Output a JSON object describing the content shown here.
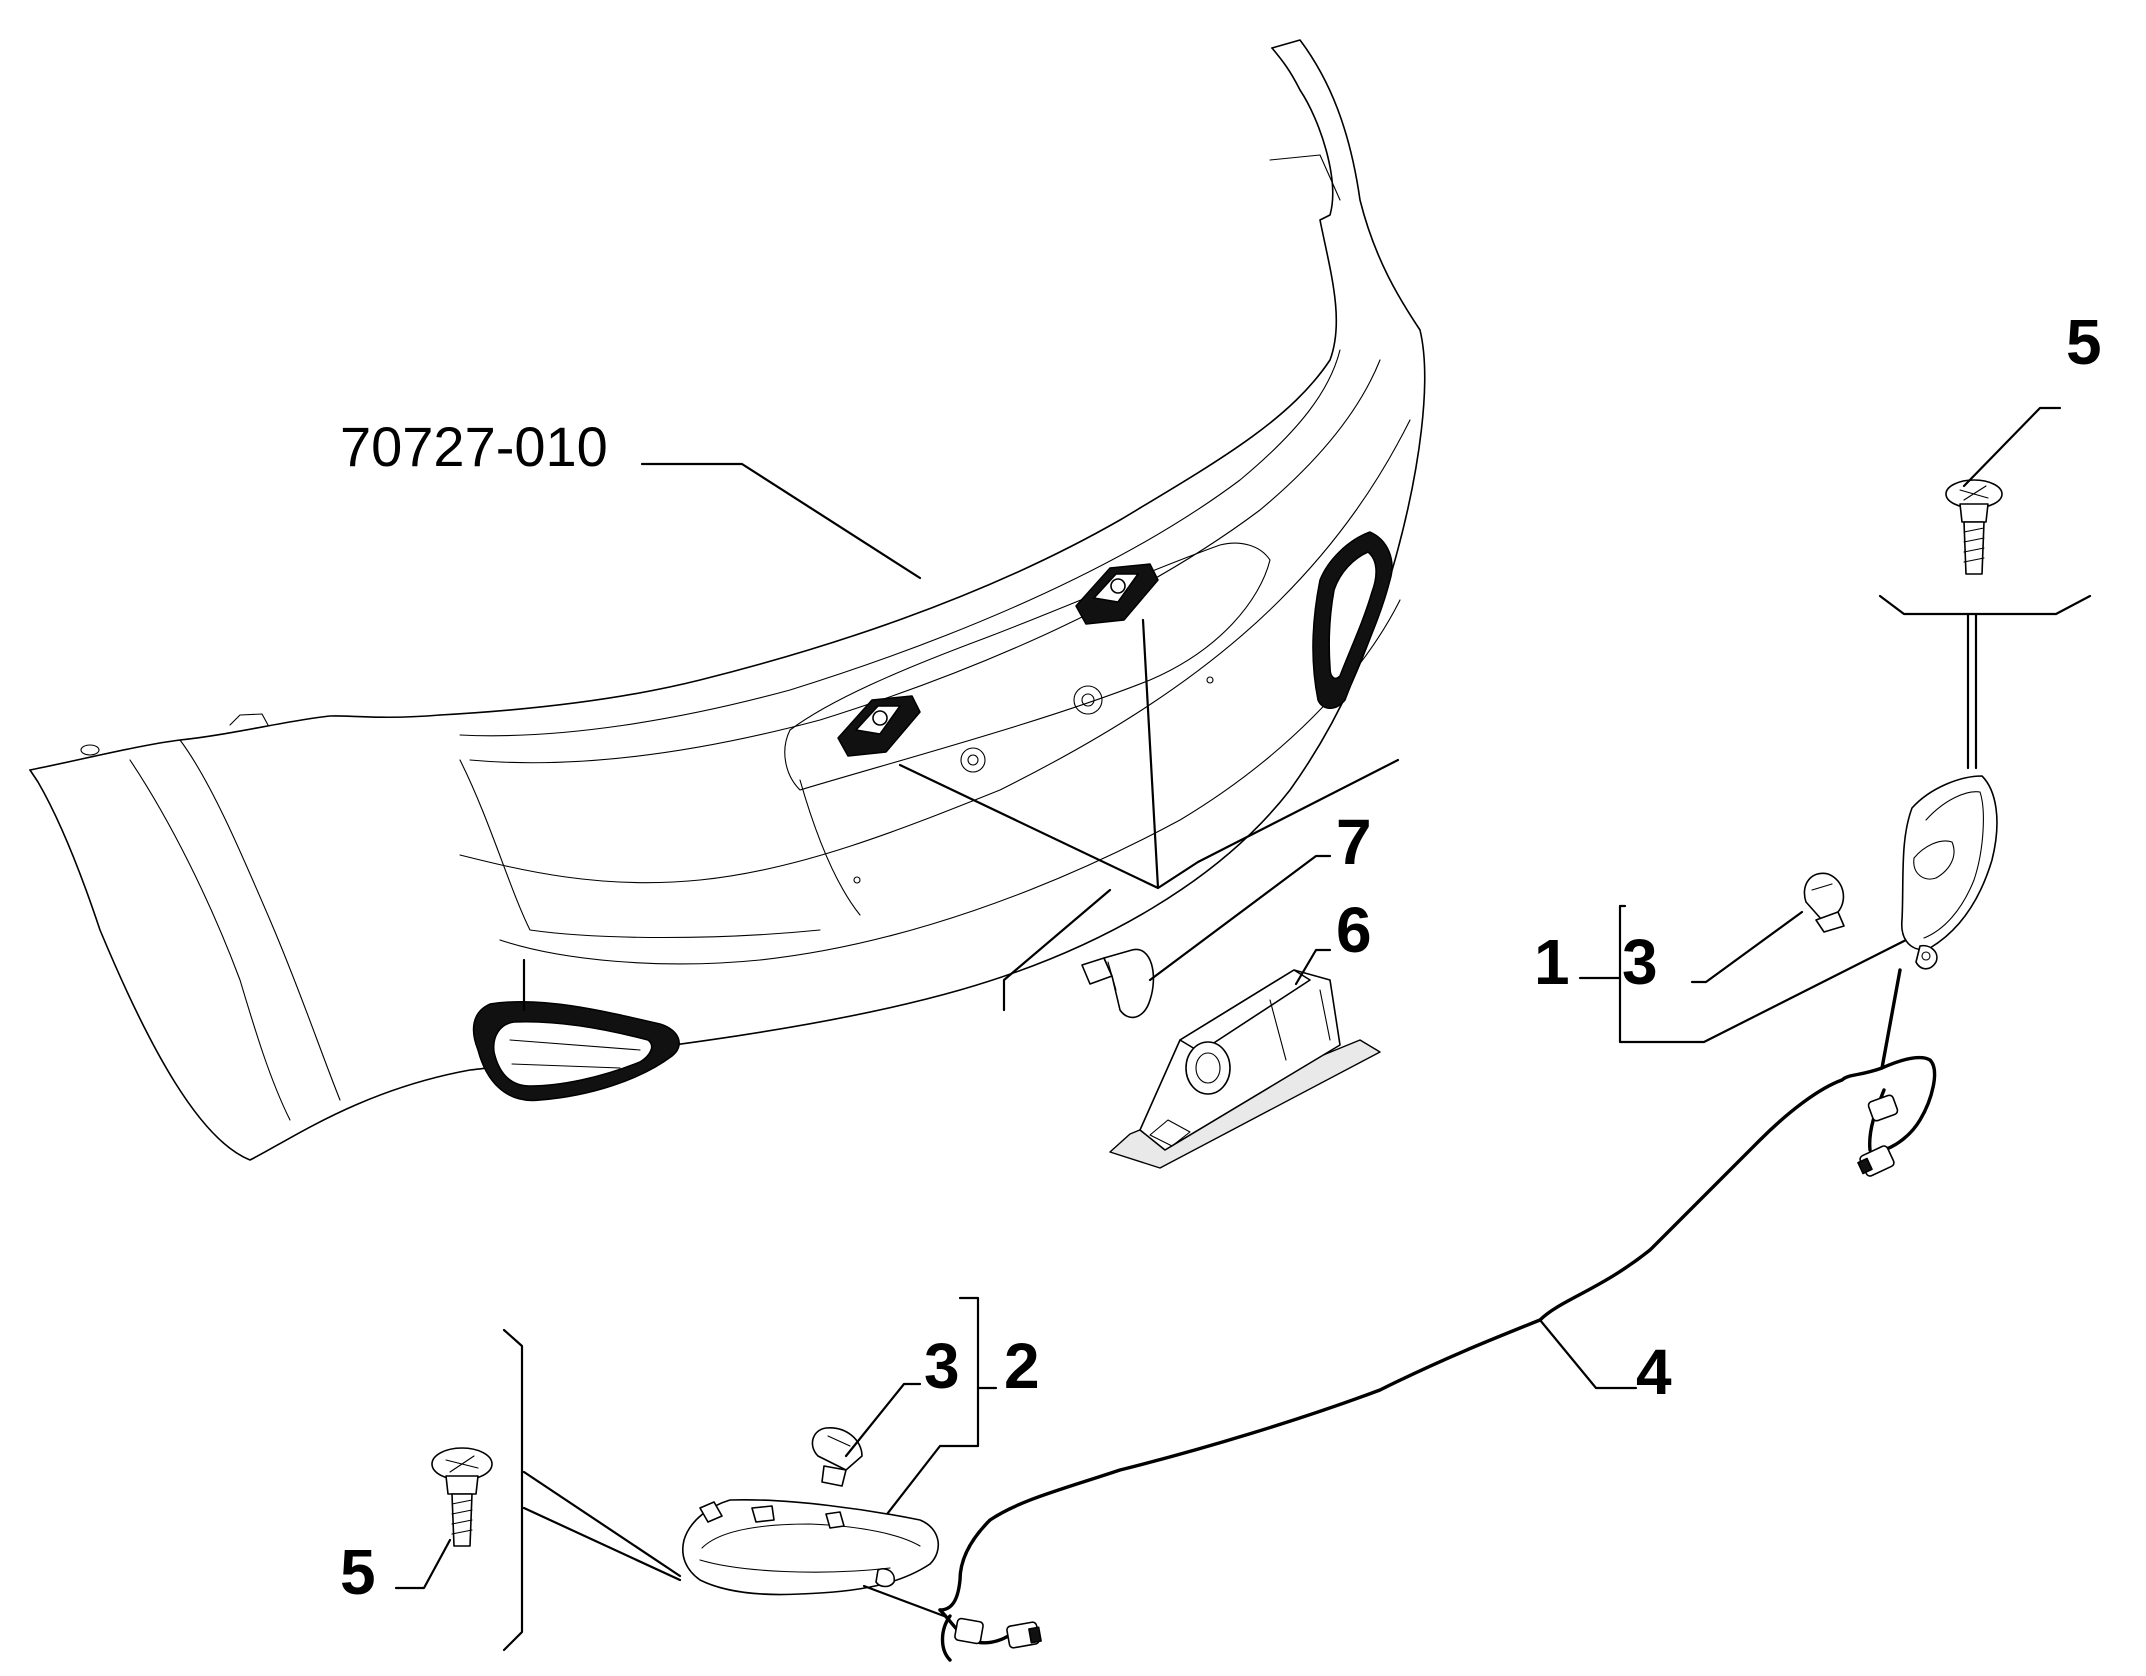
{
  "diagram": {
    "reference_label": "70727-010",
    "callouts": {
      "headlamp_unit_right": "1",
      "headlamp_unit_left": "2",
      "bulb_right": "3",
      "bulb_left": "3",
      "wiring_harness": "4",
      "screw_right": "5",
      "screw_left": "5",
      "license_plate_lamp": "6",
      "license_plate_bulb": "7"
    }
  }
}
